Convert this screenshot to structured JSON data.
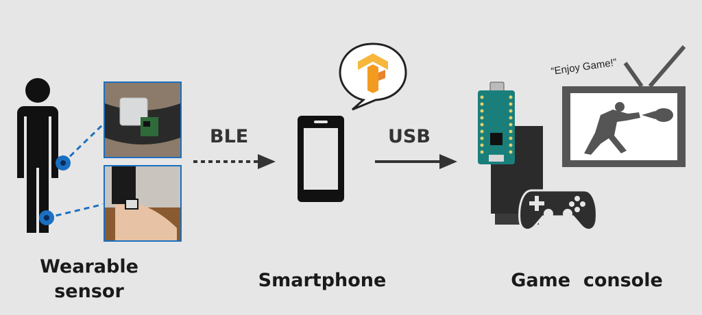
{
  "labels": {
    "wearable_line1": "Wearable",
    "wearable_line2": "sensor",
    "smartphone": "Smartphone",
    "game_console": "Game  console"
  },
  "connections": {
    "ble": "BLE",
    "usb": "USB"
  },
  "tv_quote": "“Enjoy Game!”",
  "colors": {
    "background": "#e6e6e6",
    "accent_blue": "#1a6fc0",
    "dark": "#1a1a1a",
    "arrow": "#333333",
    "tensorflow_orange": "#f29b20"
  },
  "icons": [
    "person-icon",
    "sensor-photo-wrist",
    "sensor-photo-ankle",
    "tensorflow-logo-icon",
    "smartphone-icon",
    "microcontroller-board-icon",
    "console-box-icon",
    "gamepad-icon",
    "tv-icon",
    "fighter-silhouette-icon"
  ]
}
